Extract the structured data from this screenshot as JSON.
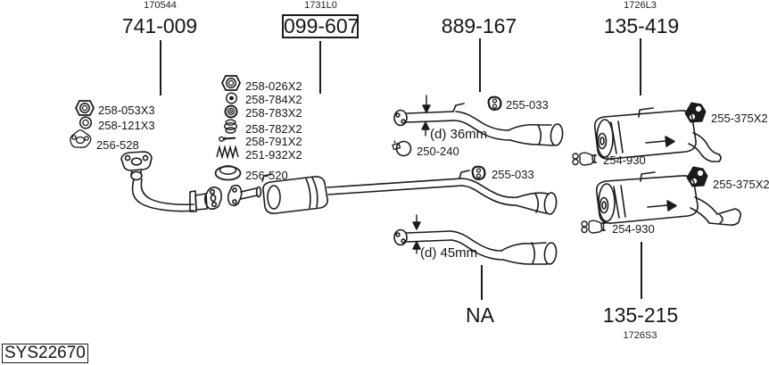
{
  "colors": {
    "ink": "#1b1b1b",
    "background": "#ffffff"
  },
  "system_code": "SYS22670",
  "headers": [
    {
      "ref": "170544",
      "part": "741-009"
    },
    {
      "ref": "1731L0",
      "part": "099-607",
      "boxed": true
    },
    {
      "part": "889-167"
    },
    {
      "ref": "1726L3",
      "part": "135-419"
    }
  ],
  "footers": {
    "na": "NA",
    "part": "135-215",
    "ref": "1726S3"
  },
  "left_fasteners": [
    {
      "icon": "hex-nut-icon",
      "label": "258-053X3"
    },
    {
      "icon": "washer-icon",
      "label": "258-121X3"
    },
    {
      "icon": "flange-gasket-icon",
      "label": "256-528"
    }
  ],
  "center_fasteners": [
    {
      "icon": "hex-nut-icon",
      "label": "258-026X2"
    },
    {
      "icon": "washer-icon",
      "label": "258-784X2"
    },
    {
      "icon": "grommet-icon",
      "label": "258-783X2"
    },
    {
      "icon": "rubber-buffer-icon",
      "label": "258-782X2"
    },
    {
      "icon": "bolt-icon",
      "label": "258-791X2"
    },
    {
      "icon": "spring-icon",
      "label": "251-932X2"
    },
    {
      "icon": "gasket-ring-icon",
      "label": "256-520"
    }
  ],
  "callouts": {
    "hangers": [
      "255-033",
      "255-033"
    ],
    "clamp_mid": "250-240",
    "mounts": [
      "255-375X2",
      "255-375X2"
    ],
    "clamps_rear": [
      "254-930",
      "254-930"
    ],
    "dia_mid": "(d) 36mm",
    "dia_tail": "(d) 45mm"
  }
}
